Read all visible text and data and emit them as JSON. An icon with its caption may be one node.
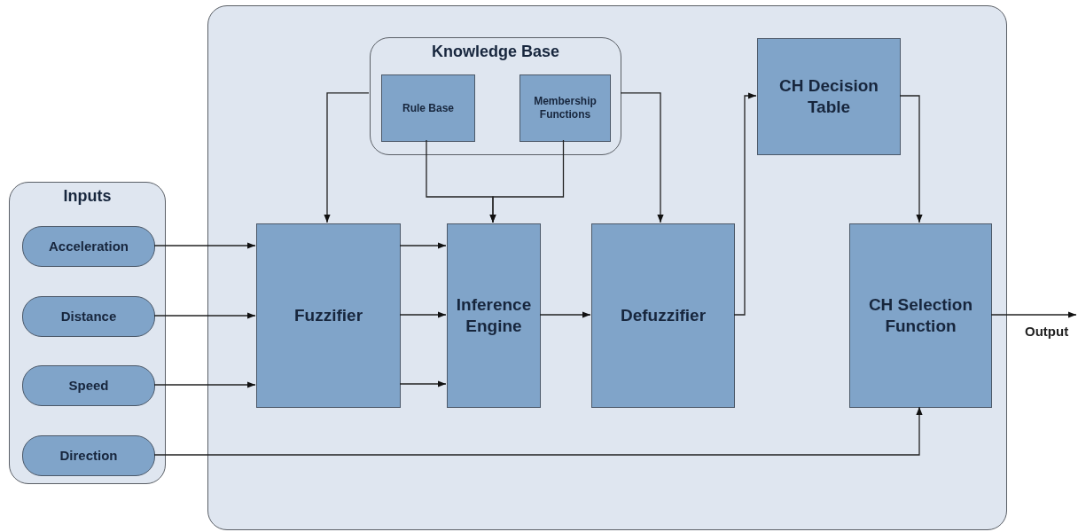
{
  "diagram": {
    "nodes": [
      {
        "text": [],
        "shape": "box"
      },
      {
        "text": [
          "Inputs"
        ]
      },
      {
        "text": [
          "Acceleration"
        ],
        "in": 1
      },
      {
        "text": [
          "Distance"
        ],
        "in": 1
      },
      {
        "text": [
          "Speed"
        ],
        "in": 1
      },
      {
        "text": [
          "Direction"
        ],
        "in": 1
      },
      {
        "text": [
          "Knowledge Base"
        ],
        "in": 0
      },
      {
        "text": [
          "Rule Base"
        ],
        "in": 6
      },
      {
        "text": [
          "Membership Functions"
        ],
        "in": 6
      },
      {
        "text": [
          "CH Decision Table"
        ],
        "in": 0
      },
      {
        "text": [
          "Fuzzifier"
        ],
        "in": 0
      },
      {
        "text": [
          "Inference Engine"
        ],
        "in": 0
      },
      {
        "text": [
          "Defuzzifier"
        ],
        "in": 0
      },
      {
        "text": [
          "CH Selection Function"
        ],
        "in": 0
      }
    ],
    "edges": [
      {
        "from": 2,
        "to": 10,
        "arrow": "to"
      },
      {
        "from": 3,
        "to": 10,
        "arrow": "to"
      },
      {
        "from": 4,
        "to": 10,
        "arrow": "to"
      },
      {
        "from": 10,
        "to": 11,
        "arrow": "to"
      },
      {
        "from": 10,
        "to": 11,
        "arrow": "to"
      },
      {
        "from": 10,
        "to": 11,
        "arrow": "to"
      },
      {
        "from": 6,
        "to": 10,
        "arrow": "to"
      },
      {
        "from": 6,
        "to": 12,
        "arrow": "to"
      },
      {
        "from": 7,
        "to": 11,
        "arrow": "to"
      },
      {
        "from": 8,
        "to": 11,
        "arrow": "to"
      },
      {
        "from": 11,
        "to": 12,
        "arrow": "to"
      },
      {
        "from": 12,
        "to": 9,
        "arrow": "to"
      },
      {
        "from": 9,
        "to": 13,
        "arrow": "to"
      },
      {
        "from": 5,
        "to": 13,
        "arrow": "to"
      },
      {
        "from": 13,
        "to": null,
        "arrow": "to",
        "label": "Output"
      }
    ]
  }
}
